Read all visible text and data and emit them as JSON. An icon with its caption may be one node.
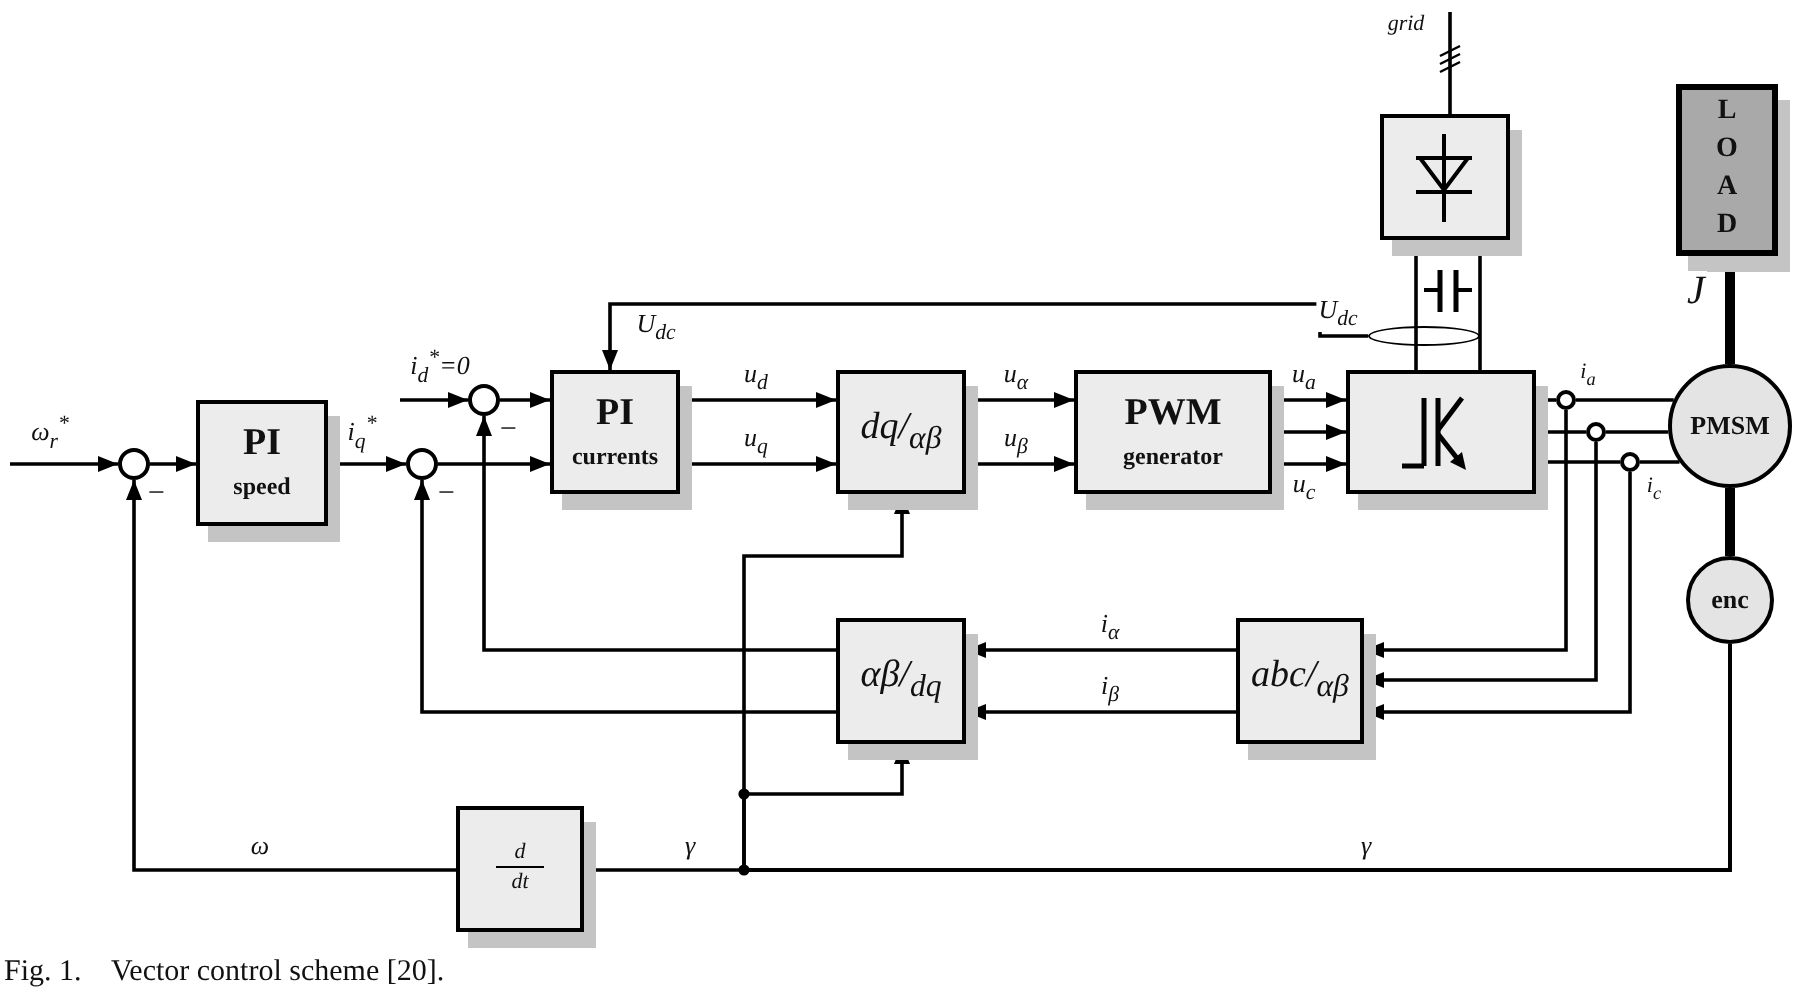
{
  "diagram": {
    "caption": "Fig. 1.    Vector control scheme [20].",
    "nodes": [
      {
        "text": [],
        "shape": "circle"
      },
      {
        "text": [
          "PI",
          "speed"
        ]
      },
      {
        "text": [],
        "shape": "circle"
      },
      {
        "text": [],
        "shape": "circle"
      },
      {
        "text": [
          "PI",
          "currents"
        ]
      },
      {
        "text": [
          "dq/$_{αβ}$"
        ]
      },
      {
        "text": [
          "PWM",
          "generator"
        ]
      },
      {
        "text": [],
        "shape": "box"
      },
      {
        "text": [],
        "shape": "ellipse"
      },
      {
        "text": [],
        "shape": "box"
      },
      {
        "text": [
          "LOAD"
        ]
      },
      {
        "text": [],
        "shape": "circle"
      },
      {
        "text": [],
        "shape": "circle"
      },
      {
        "text": [],
        "shape": "circle"
      },
      {
        "text": [
          "PMSM"
        ]
      },
      {
        "text": [
          "enc"
        ]
      },
      {
        "text": [
          "αβ/$_{dq}$"
        ]
      },
      {
        "text": [
          "abc/$_{αβ}$"
        ]
      },
      {
        "text": [
          "d",
          "dt"
        ]
      }
    ],
    "edges": [
      {
        "from": null,
        "to": 0,
        "arrow": "to",
        "label": "ω$_{r}$$^{*}$"
      },
      {
        "from": 0,
        "to": 1,
        "arrow": "to"
      },
      {
        "from": 1,
        "to": 2,
        "arrow": "to",
        "label": "i$_{q}$$^{*}$"
      },
      {
        "from": 2,
        "to": 4,
        "arrow": "to"
      },
      {
        "from": null,
        "to": 3,
        "arrow": "to",
        "label": "i$_{d}$$^{*}$=0"
      },
      {
        "from": 3,
        "to": 4,
        "arrow": "to"
      },
      {
        "from": 4,
        "to": 5,
        "arrow": "to",
        "label": "u$_{d}$"
      },
      {
        "from": 4,
        "to": 5,
        "arrow": "to",
        "label": "u$_{q}$"
      },
      {
        "from": 5,
        "to": 6,
        "arrow": "to",
        "label": "u$_{α}$"
      },
      {
        "from": 5,
        "to": 6,
        "arrow": "to",
        "label": "u$_{β}$"
      },
      {
        "from": 6,
        "to": 9,
        "arrow": "to",
        "label": "u$_{a}$"
      },
      {
        "from": 6,
        "to": 9,
        "arrow": "to"
      },
      {
        "from": 6,
        "to": 9,
        "arrow": "to",
        "label": "u$_{c}$"
      },
      {
        "from": null,
        "to": 7,
        "arrow": "none"
      },
      {
        "from": 7,
        "to": 9,
        "arrow": "none"
      },
      {
        "from": 7,
        "to": 9,
        "arrow": "none"
      },
      {
        "from": 8,
        "to": 4,
        "arrow": "to",
        "label": "U$_{dc}$"
      },
      {
        "from": 9,
        "to": 11,
        "arrow": "none"
      },
      {
        "from": 11,
        "to": 14,
        "arrow": "none"
      },
      {
        "from": 9,
        "to": 12,
        "arrow": "none"
      },
      {
        "from": 12,
        "to": 14,
        "arrow": "none"
      },
      {
        "from": 9,
        "to": 13,
        "arrow": "none"
      },
      {
        "from": 13,
        "to": 14,
        "arrow": "none"
      },
      {
        "from": 10,
        "to": 14,
        "arrow": "none",
        "style": "thick"
      },
      {
        "from": 14,
        "to": 15,
        "arrow": "none",
        "style": "thick"
      },
      {
        "from": 11,
        "to": 17,
        "arrow": "to"
      },
      {
        "from": 12,
        "to": 17,
        "arrow": "to"
      },
      {
        "from": 13,
        "to": 17,
        "arrow": "to"
      },
      {
        "from": 17,
        "to": 16,
        "arrow": "to",
        "label": "i$_{α}$"
      },
      {
        "from": 17,
        "to": 16,
        "arrow": "to",
        "label": "i$_{β}$"
      },
      {
        "from": 16,
        "to": 3,
        "arrow": "to"
      },
      {
        "from": 16,
        "to": 2,
        "arrow": "to"
      },
      {
        "from": 15,
        "to": 18,
        "arrow": "none",
        "label": "γ"
      },
      {
        "from": 15,
        "to": 16,
        "arrow": "to"
      },
      {
        "from": 15,
        "to": 5,
        "arrow": "to"
      },
      {
        "from": 18,
        "to": 0,
        "arrow": "to",
        "label": "ω"
      }
    ],
    "labels": [
      "U$_{dc}$",
      "grid",
      "J",
      "i$_{a}$",
      "i$_{c}$",
      "−",
      "−",
      "−",
      "γ"
    ]
  }
}
